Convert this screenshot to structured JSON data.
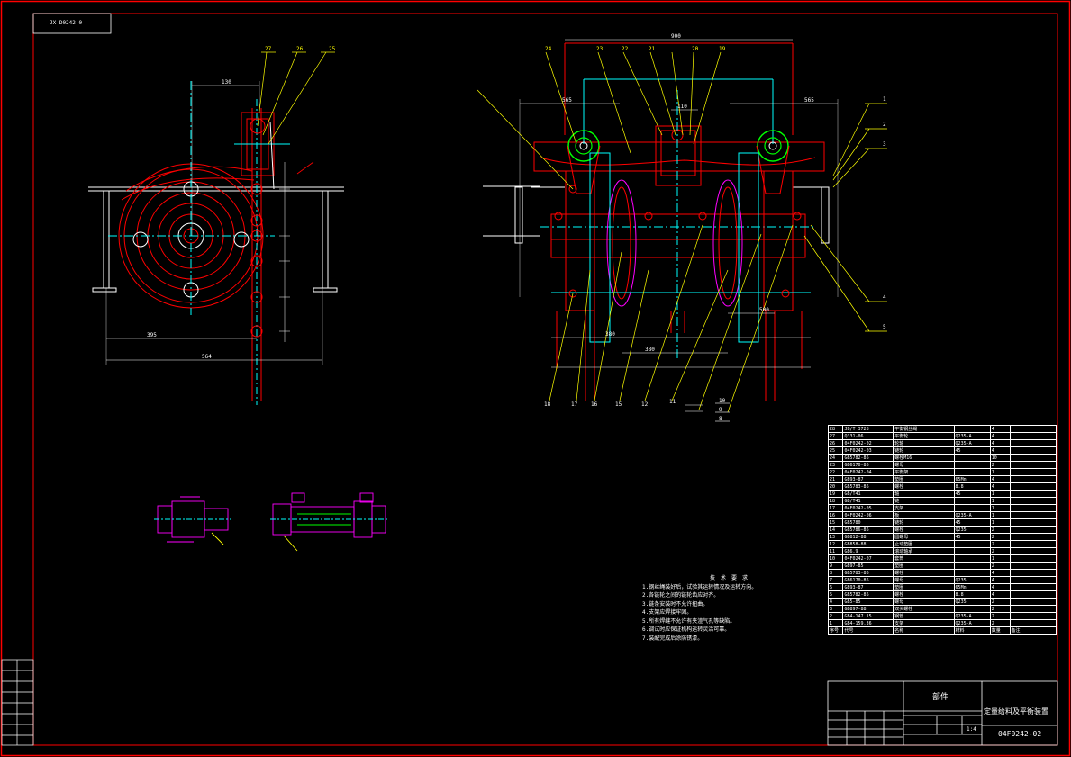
{
  "drawing": {
    "code_box": "JX-D0242-0",
    "drawing_number": "04F0242-02",
    "title": "定量给料及平衡装置",
    "material_field": "部件",
    "scale": "1:4"
  },
  "dimensions": {
    "left_top": "130",
    "left_bottom_1": "395",
    "left_bottom_2": "564",
    "right_top": "900",
    "right_left": "565",
    "right_right": "565",
    "right_center": "110",
    "right_b1": "380",
    "right_b2": "380",
    "right_b3": "500"
  },
  "callouts_left": [
    "27",
    "26",
    "25"
  ],
  "callouts_right_top": [
    "24",
    "23",
    "22",
    "21",
    "20",
    "19"
  ],
  "callouts_right_side": [
    "1",
    "2",
    "3",
    "4",
    "5"
  ],
  "callouts_right_bottom": [
    "18",
    "17",
    "16",
    "15",
    "12",
    "11",
    "10",
    "9",
    "8"
  ],
  "tech_notes": {
    "title": "技术要求",
    "lines": [
      "1.钢丝绳装好后，试验其运转情况及运转方向。",
      "2.各链轮之间的链轮齿应对齐。",
      "3.链条安装时不允许扭曲。",
      "4.支架应焊接牢固。",
      "5.所有焊缝不允许有夹渣气孔等缺陷。",
      "6.调试时应保证机构运转灵活可靠。",
      "7.装配完成后涂防锈漆。"
    ]
  },
  "bom": {
    "header": [
      "序号",
      "代号",
      "名称",
      "材料",
      "数量",
      "备注"
    ],
    "rows": [
      [
        "28",
        "JB/T 3728",
        "平衡钢丝绳",
        "",
        "4",
        ""
      ],
      [
        "27",
        "Q331-06",
        "平衡轮",
        "Q235-A",
        "4",
        ""
      ],
      [
        "26",
        "04F0242-02",
        "轮轴",
        "Q235-A",
        "4",
        ""
      ],
      [
        "25",
        "04F0242-03",
        "链轮",
        "45",
        "4",
        ""
      ],
      [
        "24",
        "GB5782-86",
        "螺栓M16",
        "",
        "10",
        ""
      ],
      [
        "23",
        "GB6170-86",
        "螺母",
        "",
        "2",
        ""
      ],
      [
        "22",
        "04F0242-04",
        "平衡架",
        "",
        "1",
        ""
      ],
      [
        "21",
        "GB93-87",
        "垫圈",
        "65Mn",
        "4",
        ""
      ],
      [
        "20",
        "GB5783-86",
        "螺栓",
        "8.8",
        "4",
        ""
      ],
      [
        "19",
        "GB/T41",
        "轴",
        "45",
        "1",
        ""
      ],
      [
        "18",
        "GB/T41",
        "链",
        "",
        "1",
        ""
      ],
      [
        "17",
        "04F0242-05",
        "支架",
        "",
        "1",
        ""
      ],
      [
        "16",
        "04F0242-06",
        "板",
        "Q235-A",
        "1",
        ""
      ],
      [
        "15",
        "GB5780",
        "链轮",
        "45",
        "1",
        ""
      ],
      [
        "14",
        "GB5786-86",
        "螺栓",
        "Q235",
        "2",
        ""
      ],
      [
        "13",
        "GB812-88",
        "圆螺母",
        "45",
        "2",
        ""
      ],
      [
        "12",
        "GB858-88",
        "止动垫圈",
        "",
        "2",
        ""
      ],
      [
        "11",
        "GB6.9",
        "滚动轴承",
        "",
        "2",
        ""
      ],
      [
        "10",
        "04F0242-07",
        "套筒",
        "",
        "1",
        ""
      ],
      [
        "9",
        "GB97-85",
        "垫圈",
        "",
        "2",
        ""
      ],
      [
        "8",
        "GB5783-86",
        "螺栓",
        "",
        "4",
        ""
      ],
      [
        "7",
        "GB6170-86",
        "螺母",
        "Q235",
        "4",
        ""
      ],
      [
        "6",
        "GB93-87",
        "垫圈",
        "65Mn",
        "4",
        ""
      ],
      [
        "5",
        "GB5782-86",
        "螺栓",
        "8.8",
        "4",
        ""
      ],
      [
        "4",
        "GB5-85",
        "螺母",
        "Q235",
        "2",
        ""
      ],
      [
        "3",
        "GB897-88",
        "双头螺柱",
        "",
        "2",
        ""
      ],
      [
        "2",
        "GB4-147.15",
        "钢管",
        "Q235-A",
        "2",
        ""
      ],
      [
        "1",
        "GB4-159.36",
        "支架",
        "Q235-A",
        "2",
        ""
      ]
    ]
  },
  "colors": {
    "frame": "#ff0000",
    "line": "#ffffff",
    "outline": "#ff0000",
    "center": "#00ffff",
    "leader": "#ffff00",
    "detail": "#ff00ff",
    "hidden": "#00ff00"
  }
}
